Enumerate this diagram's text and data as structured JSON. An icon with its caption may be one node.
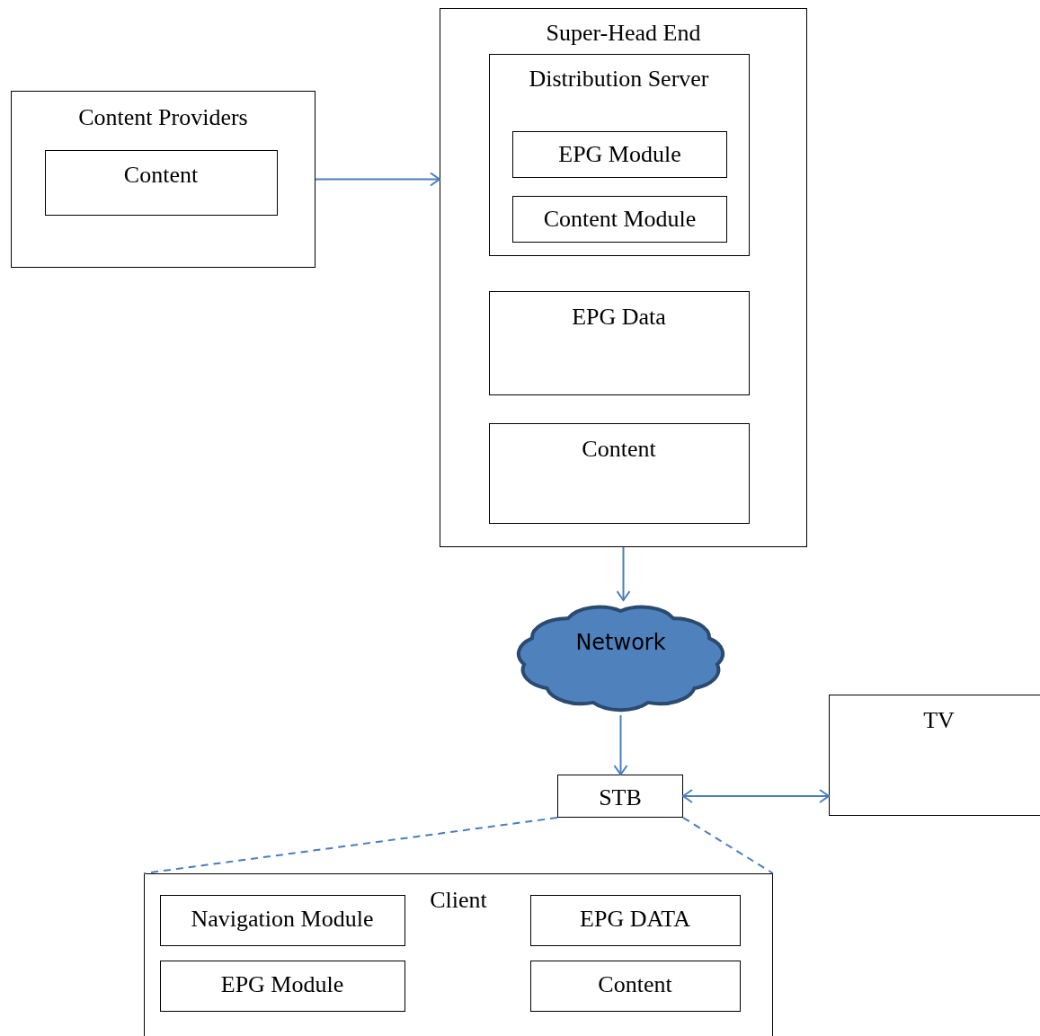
{
  "diagram": {
    "nodes": [
      {
        "text": [
          "Content Providers"
        ]
      },
      {
        "text": [
          "Content"
        ],
        "in": 0
      },
      {
        "text": [
          "Super-Head End"
        ]
      },
      {
        "text": [
          "Distribution Server"
        ],
        "in": 2
      },
      {
        "text": [
          "EPG Module"
        ],
        "in": 3
      },
      {
        "text": [
          "Content Module"
        ],
        "in": 3
      },
      {
        "text": [
          "EPG Data"
        ],
        "in": 2
      },
      {
        "text": [
          "Content"
        ],
        "in": 2
      },
      {
        "text": [
          "Network"
        ]
      },
      {
        "text": [
          "STB"
        ]
      },
      {
        "text": [
          "TV"
        ]
      },
      {
        "text": [
          "Client"
        ]
      },
      {
        "text": [
          "Navigation Module"
        ],
        "in": 11
      },
      {
        "text": [
          "EPG DATA"
        ],
        "in": 11
      },
      {
        "text": [
          "EPG Module"
        ],
        "in": 11
      },
      {
        "text": [
          "Content"
        ],
        "in": 11
      }
    ],
    "edges": [
      {
        "from": 0,
        "to": 2,
        "arrow": "to"
      },
      {
        "from": 2,
        "to": 8,
        "arrow": "to"
      },
      {
        "from": 8,
        "to": 9,
        "arrow": "to"
      },
      {
        "from": 9,
        "to": 10,
        "arrow": "both"
      },
      {
        "from": 9,
        "to": 11,
        "arrow": "none",
        "style": "dashed"
      },
      {
        "from": 9,
        "to": 11,
        "arrow": "none",
        "style": "dashed"
      }
    ]
  }
}
